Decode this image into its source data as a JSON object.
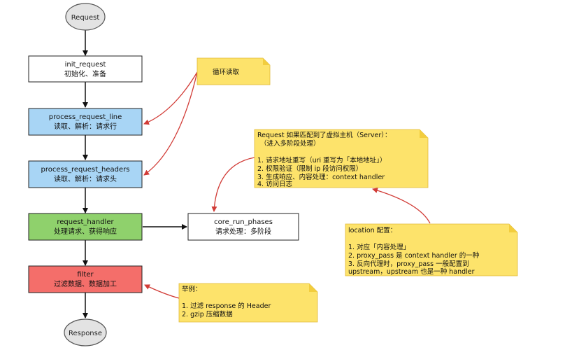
{
  "colors": {
    "start_end_fill": "#e3e3e3",
    "init_fill": "#ffffff",
    "process_fill": "#a8d5f5",
    "handler_fill": "#8fd16c",
    "filter_fill": "#f46e6a",
    "phases_fill": "#ffffff",
    "note_fill": "#fde36b",
    "note_fold": "#f2cd3e",
    "annotation_arrow": "#d13b36",
    "flow_arrow": "#111111"
  },
  "nodes": {
    "start": {
      "label": "Request"
    },
    "init_request": {
      "line1": "init_request",
      "line2": "初始化、准备"
    },
    "process_request_line": {
      "line1": "process_request_line",
      "line2": "读取、解析：请求行"
    },
    "process_request_headers": {
      "line1": "process_request_headers",
      "line2": "读取、解析：请求头"
    },
    "request_handler": {
      "line1": "request_handler",
      "line2": "处理请求、获得响应"
    },
    "core_run_phases": {
      "line1": "core_run_phases",
      "line2": "请求处理：多阶段"
    },
    "filter": {
      "line1": "filter",
      "line2": "过滤数据、数据加工"
    },
    "end": {
      "label": "Response"
    }
  },
  "notes": {
    "loop_read": {
      "lines": [
        "循环读取"
      ]
    },
    "virtual_host": {
      "lines": [
        "Request 如果匹配到了虚拟主机（Server）：",
        "（进入多阶段处理）",
        "",
        "1. 请求地址重写（uri 重写为「本地地址」）",
        "2. 权限验证（限制 ip 段访问权限）",
        "3. 生成响应、内容处理：context handler",
        "4. 访问日志"
      ]
    },
    "location": {
      "lines": [
        "location 配置：",
        "",
        "1. 对应「内容处理」",
        "2. proxy_pass 是 context handler 的一种",
        "3. 反向代理时，proxy_pass 一般配置到",
        "upstream，upstream 也是一种 handler"
      ]
    },
    "filter_example": {
      "lines": [
        "举例：",
        "",
        "1. 过滤 response 的 Header",
        "2. gzip 压缩数据"
      ]
    }
  }
}
